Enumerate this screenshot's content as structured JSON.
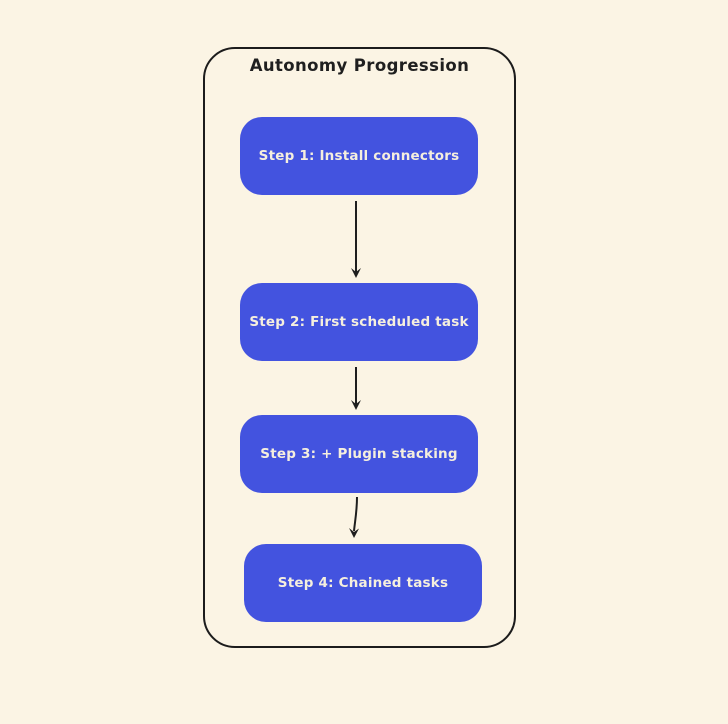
{
  "diagram": {
    "title": "Autonomy Progression",
    "steps": [
      {
        "label": "Step 1: Install connectors"
      },
      {
        "label": "Step 2: First scheduled task"
      },
      {
        "label": "Step 3: + Plugin stacking"
      },
      {
        "label": "Step 4: Chained tasks"
      }
    ],
    "connectors": [
      {
        "icon": "arrow-down-icon",
        "from": "step-1",
        "to": "step-2"
      },
      {
        "icon": "arrow-down-icon",
        "from": "step-2",
        "to": "step-3"
      },
      {
        "icon": "arrow-down-icon",
        "from": "step-3",
        "to": "step-4"
      }
    ],
    "colors": {
      "background": "#FBF4E4",
      "box_fill": "#4353DF",
      "box_text": "#F5EFDE",
      "frame_border": "#1C1C1C",
      "title_text": "#1F1F1F",
      "arrow": "#1E1E1E"
    }
  }
}
